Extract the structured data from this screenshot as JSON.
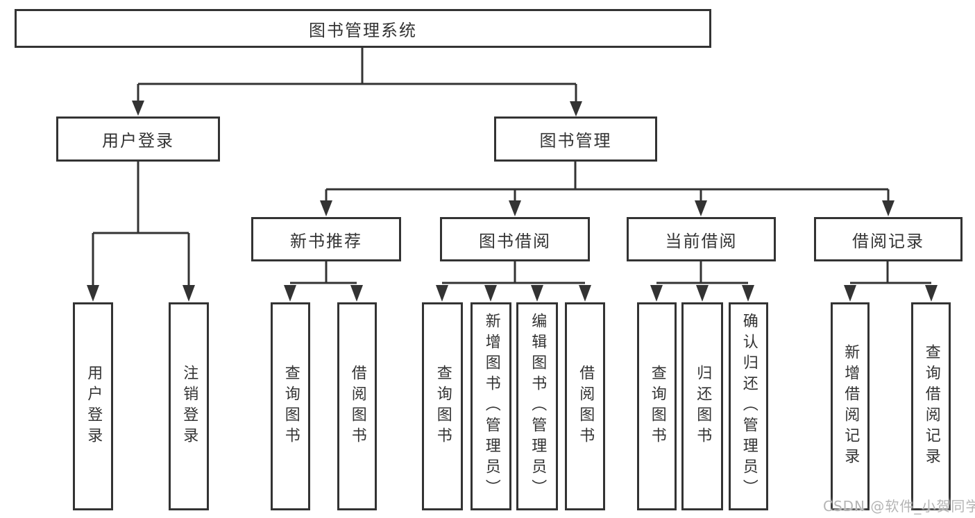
{
  "colors": {
    "line": "#333333",
    "text": "#333333",
    "watermark": "#b5b5b5"
  },
  "root": {
    "label": "图书管理系统"
  },
  "branches": [
    {
      "label": "用户登录",
      "children": [
        {
          "label": "用户登录"
        },
        {
          "label": "注销登录"
        }
      ]
    },
    {
      "label": "图书管理",
      "groups": [
        {
          "label": "新书推荐",
          "children": [
            {
              "label": "查询图书"
            },
            {
              "label": "借阅图书"
            }
          ]
        },
        {
          "label": "图书借阅",
          "children": [
            {
              "label": "查询图书"
            },
            {
              "label": "新增图书（管理员）"
            },
            {
              "label": "编辑图书（管理员）"
            },
            {
              "label": "借阅图书"
            }
          ]
        },
        {
          "label": "当前借阅",
          "children": [
            {
              "label": "查询图书"
            },
            {
              "label": "归还图书"
            },
            {
              "label": "确认归还（管理员）"
            }
          ]
        },
        {
          "label": "借阅记录",
          "children": [
            {
              "label": "新增借阅记录"
            },
            {
              "label": "查询借阅记录"
            }
          ]
        }
      ]
    }
  ],
  "watermark": "CSDN @软件_小贺同学"
}
